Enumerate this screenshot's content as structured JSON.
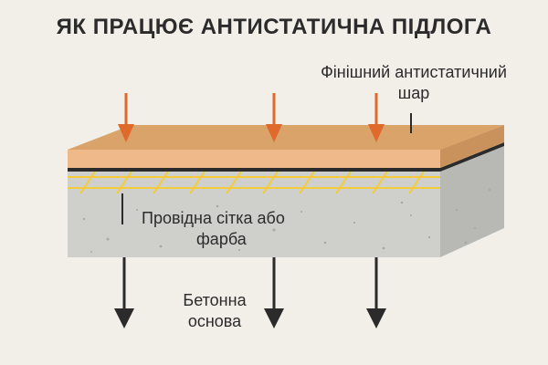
{
  "title": "ЯК ПРАЦЮЄ АНТИСТАТИЧНА ПІДЛОГА",
  "labels": {
    "finish_layer_line1": "Фінішний антистатичний",
    "finish_layer_line2": "шар",
    "conductive_line1": "Провідна сітка або",
    "conductive_line2": "фарба",
    "concrete_line1": "Бетонна",
    "concrete_line2": "основа"
  },
  "colors": {
    "background": "#f2efe9",
    "finish_top": "#d9a36a",
    "finish_front": "#efb98a",
    "dark_line": "#2b2b2b",
    "grid": "#f2cc3a",
    "concrete": "#cfcfcc",
    "concrete_side": "#b8b8b5",
    "arrow_down_orange": "#e06a2c",
    "arrow_down_black": "#2b2b2b"
  },
  "icons": {
    "incoming_arrows": "arrow-down-icon",
    "ground_arrows": "arrow-down-icon"
  }
}
